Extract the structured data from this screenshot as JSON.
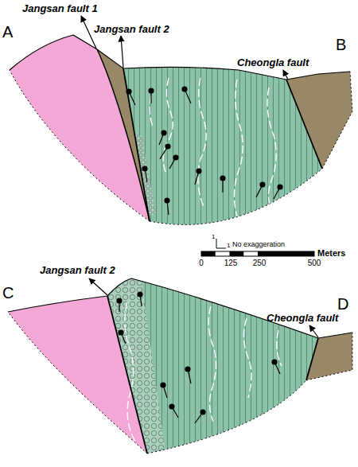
{
  "diagram": {
    "labels": [
      "A",
      "Jangsan fault 1",
      "Jangsan fault 2",
      "Cheongla fault",
      "B",
      "1",
      "1",
      "No exaggeration",
      "Meters",
      "0",
      "125",
      "250",
      "500",
      "C",
      "Jangsan fault 2",
      "D",
      "Cheongla fault"
    ]
  }
}
